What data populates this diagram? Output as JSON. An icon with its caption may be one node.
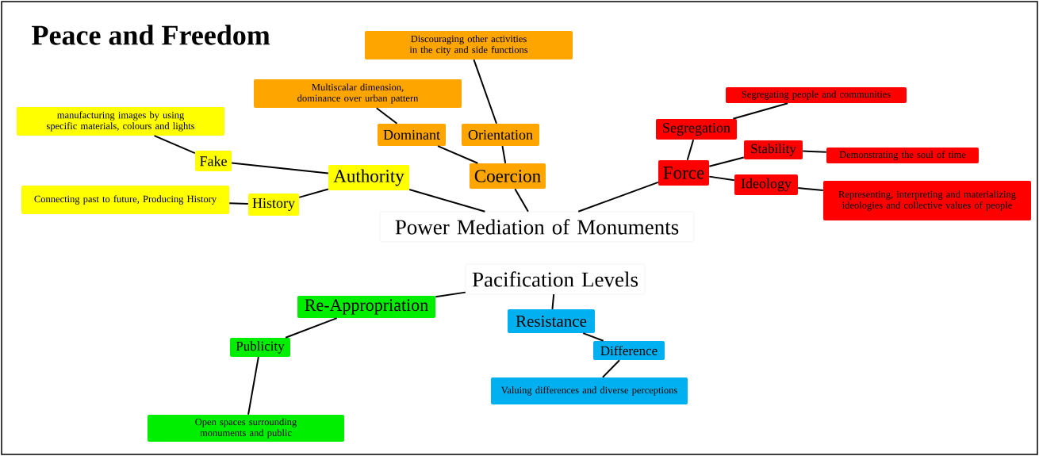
{
  "diagram": {
    "title": "Peace and Freedom",
    "nodes": [
      {
        "text": [
          "Power Mediation of Monuments"
        ]
      },
      {
        "text": [
          "Authority"
        ]
      },
      {
        "text": [
          "Fake"
        ]
      },
      {
        "text": [
          "manufacturing images by using specific materials, colours and lights"
        ]
      },
      {
        "text": [
          "History"
        ]
      },
      {
        "text": [
          "Connecting past to future,  Producing History"
        ]
      },
      {
        "text": [
          "Coercion"
        ]
      },
      {
        "text": [
          "Dominant"
        ]
      },
      {
        "text": [
          "Multiscalar dimension, dominance over urban pattern"
        ]
      },
      {
        "text": [
          "Orientation"
        ]
      },
      {
        "text": [
          "Discouraging other activities in the city and side functions"
        ]
      },
      {
        "text": [
          "Force"
        ]
      },
      {
        "text": [
          "Segregation"
        ]
      },
      {
        "text": [
          "Segregating people and communities"
        ]
      },
      {
        "text": [
          "Stability"
        ]
      },
      {
        "text": [
          "Demonstrating the soul of time"
        ]
      },
      {
        "text": [
          "Ideology"
        ]
      },
      {
        "text": [
          "Representing, interpreting and materializing ideologies and collective values of people"
        ]
      },
      {
        "text": [
          "Pacification Levels"
        ]
      },
      {
        "text": [
          "Re-Appropriation"
        ]
      },
      {
        "text": [
          "Publicity"
        ]
      },
      {
        "text": [
          "Open spaces surrounding monuments and public"
        ]
      },
      {
        "text": [
          "Resistance"
        ]
      },
      {
        "text": [
          "Difference"
        ]
      },
      {
        "text": [
          "Valuing differences and diverse perceptions"
        ]
      }
    ],
    "edges": [
      {
        "from": 0,
        "to": 1,
        "arrow": "none"
      },
      {
        "from": 0,
        "to": 6,
        "arrow": "none"
      },
      {
        "from": 0,
        "to": 11,
        "arrow": "none"
      },
      {
        "from": 1,
        "to": 2,
        "arrow": "none"
      },
      {
        "from": 2,
        "to": 3,
        "arrow": "none"
      },
      {
        "from": 1,
        "to": 4,
        "arrow": "none"
      },
      {
        "from": 4,
        "to": 5,
        "arrow": "none"
      },
      {
        "from": 6,
        "to": 7,
        "arrow": "none"
      },
      {
        "from": 7,
        "to": 8,
        "arrow": "none"
      },
      {
        "from": 6,
        "to": 9,
        "arrow": "none"
      },
      {
        "from": 9,
        "to": 10,
        "arrow": "none"
      },
      {
        "from": 11,
        "to": 12,
        "arrow": "none"
      },
      {
        "from": 12,
        "to": 13,
        "arrow": "none"
      },
      {
        "from": 11,
        "to": 14,
        "arrow": "none"
      },
      {
        "from": 14,
        "to": 15,
        "arrow": "none"
      },
      {
        "from": 11,
        "to": 16,
        "arrow": "none"
      },
      {
        "from": 16,
        "to": 17,
        "arrow": "none"
      },
      {
        "from": 18,
        "to": 19,
        "arrow": "none"
      },
      {
        "from": 19,
        "to": 20,
        "arrow": "none"
      },
      {
        "from": 20,
        "to": 21,
        "arrow": "none"
      },
      {
        "from": 18,
        "to": 22,
        "arrow": "none"
      },
      {
        "from": 22,
        "to": 23,
        "arrow": "none"
      },
      {
        "from": 23,
        "to": 24,
        "arrow": "none"
      }
    ]
  }
}
